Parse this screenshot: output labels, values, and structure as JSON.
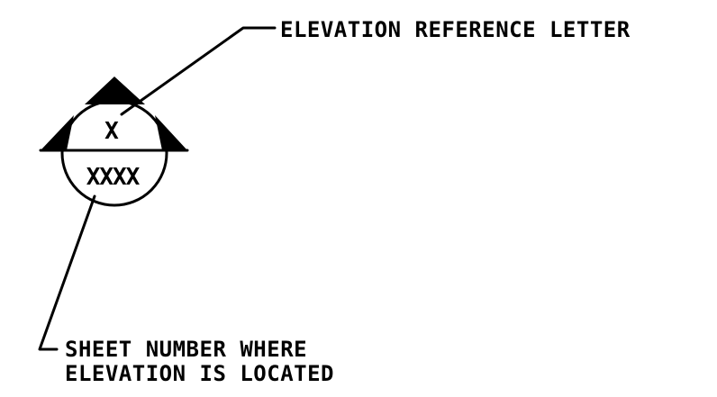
{
  "labels": {
    "reference_letter": "ELEVATION REFERENCE LETTER",
    "sheet_line_1": "SHEET NUMBER WHERE",
    "sheet_line_2": "ELEVATION IS LOCATED"
  },
  "symbol": {
    "letter": "X",
    "sheet_number": "XXXX"
  }
}
